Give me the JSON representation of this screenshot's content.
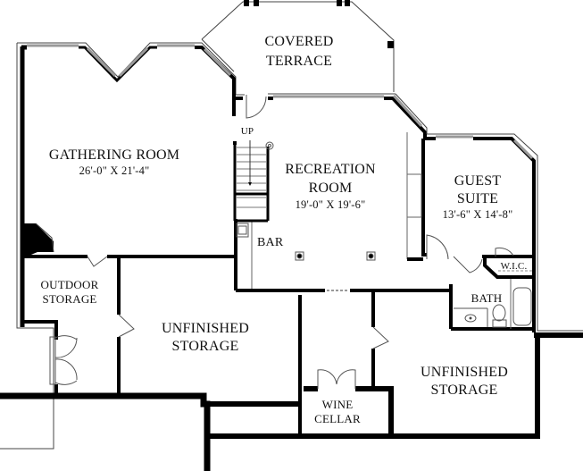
{
  "plan": {
    "kind": "lower-level-floor-plan",
    "colors": {
      "wall": "#000000",
      "window": "#9a9a9a",
      "line": "#555555",
      "background": "#ffffff"
    },
    "rooms": {
      "covered_terrace": {
        "name_line1": "COVERED",
        "name_line2": "TERRACE"
      },
      "gathering_room": {
        "name": "GATHERING ROOM",
        "dims": "26'-0\" X 21'-4\""
      },
      "recreation_room": {
        "name_line1": "RECREATION",
        "name_line2": "ROOM",
        "dims": "19'-0\" X 19'-6\""
      },
      "guest_suite": {
        "name_line1": "GUEST",
        "name_line2": "SUITE",
        "dims": "13'-6\" X 14'-8\""
      },
      "bar": {
        "name": "BAR"
      },
      "wic": {
        "name": "W.I.C."
      },
      "bath": {
        "name": "BATH"
      },
      "outdoor_storage": {
        "name_line1": "OUTDOOR",
        "name_line2": "STORAGE"
      },
      "unfinished_storage_west": {
        "name_line1": "UNFINISHED",
        "name_line2": "STORAGE"
      },
      "unfinished_storage_east": {
        "name_line1": "UNFINISHED",
        "name_line2": "STORAGE"
      },
      "wine_cellar": {
        "name_line1": "WINE",
        "name_line2": "CELLAR"
      }
    },
    "stairs": {
      "direction_label": "UP"
    }
  }
}
